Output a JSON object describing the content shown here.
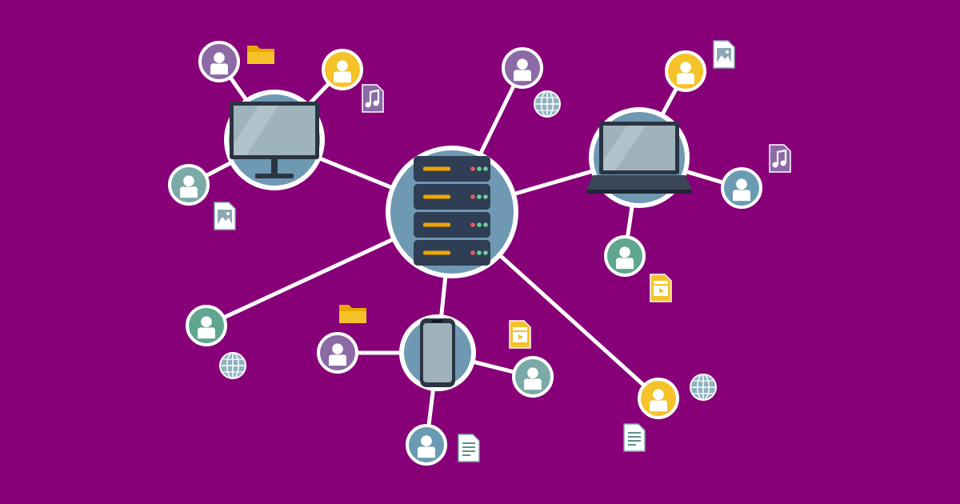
{
  "colors": {
    "background": "#870078",
    "link": "#ffffff",
    "node_ring": "#ffffff",
    "hub_fill": "#6f98b3",
    "server_body": "#2f3e54",
    "server_slot": "#f0a500",
    "led_green": "#6ccf9a",
    "led_red": "#f05a5a",
    "user_purple": "#8b6aa6",
    "user_yellow": "#f6c22a",
    "user_teal": "#7aa9a7",
    "user_green": "#5fa590",
    "user_steel": "#6b9bb3",
    "person": "#ffffff",
    "folder": "#f6c22a",
    "music_file": "#8b6aa6",
    "image_file": "#ffffff",
    "video_file": "#f6c22a",
    "doc_file": "#ffffff",
    "globe": "#ffffff"
  },
  "network": {
    "center": {
      "device": "server",
      "icon": "server-icon"
    },
    "hubs": [
      {
        "device": "desktop",
        "icon": "monitor-icon"
      },
      {
        "device": "laptop",
        "icon": "laptop-icon"
      },
      {
        "device": "smartphone",
        "icon": "smartphone-icon"
      }
    ],
    "users": [
      {
        "color": "user_purple",
        "linked_to": "desktop"
      },
      {
        "color": "user_yellow",
        "linked_to": "desktop"
      },
      {
        "color": "user_teal",
        "linked_to": "desktop"
      },
      {
        "color": "user_purple",
        "linked_to": "server"
      },
      {
        "color": "user_yellow",
        "linked_to": "laptop"
      },
      {
        "color": "user_steel",
        "linked_to": "laptop"
      },
      {
        "color": "user_green",
        "linked_to": "laptop"
      },
      {
        "color": "user_green",
        "linked_to": "server"
      },
      {
        "color": "user_purple",
        "linked_to": "smartphone"
      },
      {
        "color": "user_teal",
        "linked_to": "smartphone"
      },
      {
        "color": "user_steel",
        "linked_to": "smartphone"
      },
      {
        "color": "user_yellow",
        "linked_to": "server"
      }
    ],
    "files": [
      {
        "type": "folder",
        "icon": "folder-icon"
      },
      {
        "type": "music",
        "icon": "music-file-icon"
      },
      {
        "type": "image",
        "icon": "image-file-icon"
      },
      {
        "type": "globe",
        "icon": "globe-icon"
      },
      {
        "type": "image",
        "icon": "image-file-icon"
      },
      {
        "type": "music",
        "icon": "music-file-icon"
      },
      {
        "type": "video",
        "icon": "video-file-icon"
      },
      {
        "type": "folder",
        "icon": "folder-icon"
      },
      {
        "type": "video",
        "icon": "video-file-icon"
      },
      {
        "type": "globe",
        "icon": "globe-icon"
      },
      {
        "type": "document",
        "icon": "document-file-icon"
      },
      {
        "type": "globe",
        "icon": "globe-icon"
      },
      {
        "type": "document",
        "icon": "document-file-icon"
      }
    ]
  }
}
